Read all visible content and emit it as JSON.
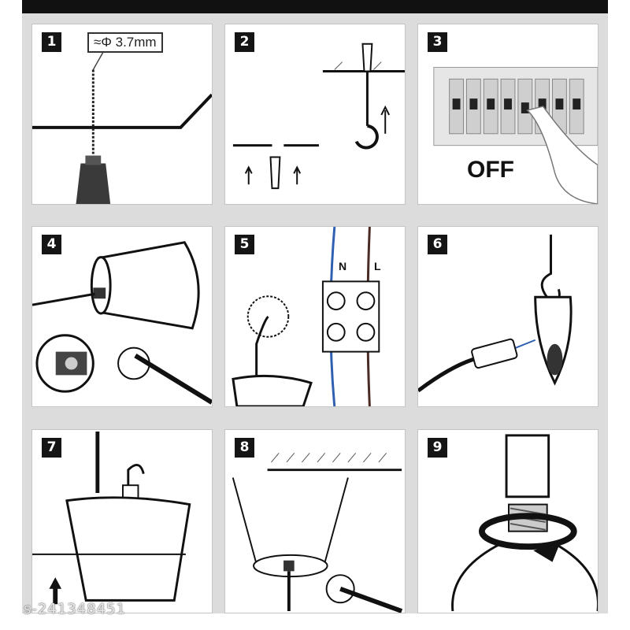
{
  "steps": [
    {
      "number": "1",
      "label": "≈Φ 3.7mm"
    },
    {
      "number": "2"
    },
    {
      "number": "3",
      "label": "OFF"
    },
    {
      "number": "4"
    },
    {
      "number": "5",
      "wire_n": "N",
      "wire_l": "L"
    },
    {
      "number": "6"
    },
    {
      "number": "7"
    },
    {
      "number": "8"
    },
    {
      "number": "9"
    }
  ],
  "watermark": "s-241348451",
  "colors": {
    "wire_blue": "#2f5fb0",
    "wire_brown": "#4a2a22",
    "badge": "#151515",
    "grid_gap": "#dcdcdc"
  }
}
